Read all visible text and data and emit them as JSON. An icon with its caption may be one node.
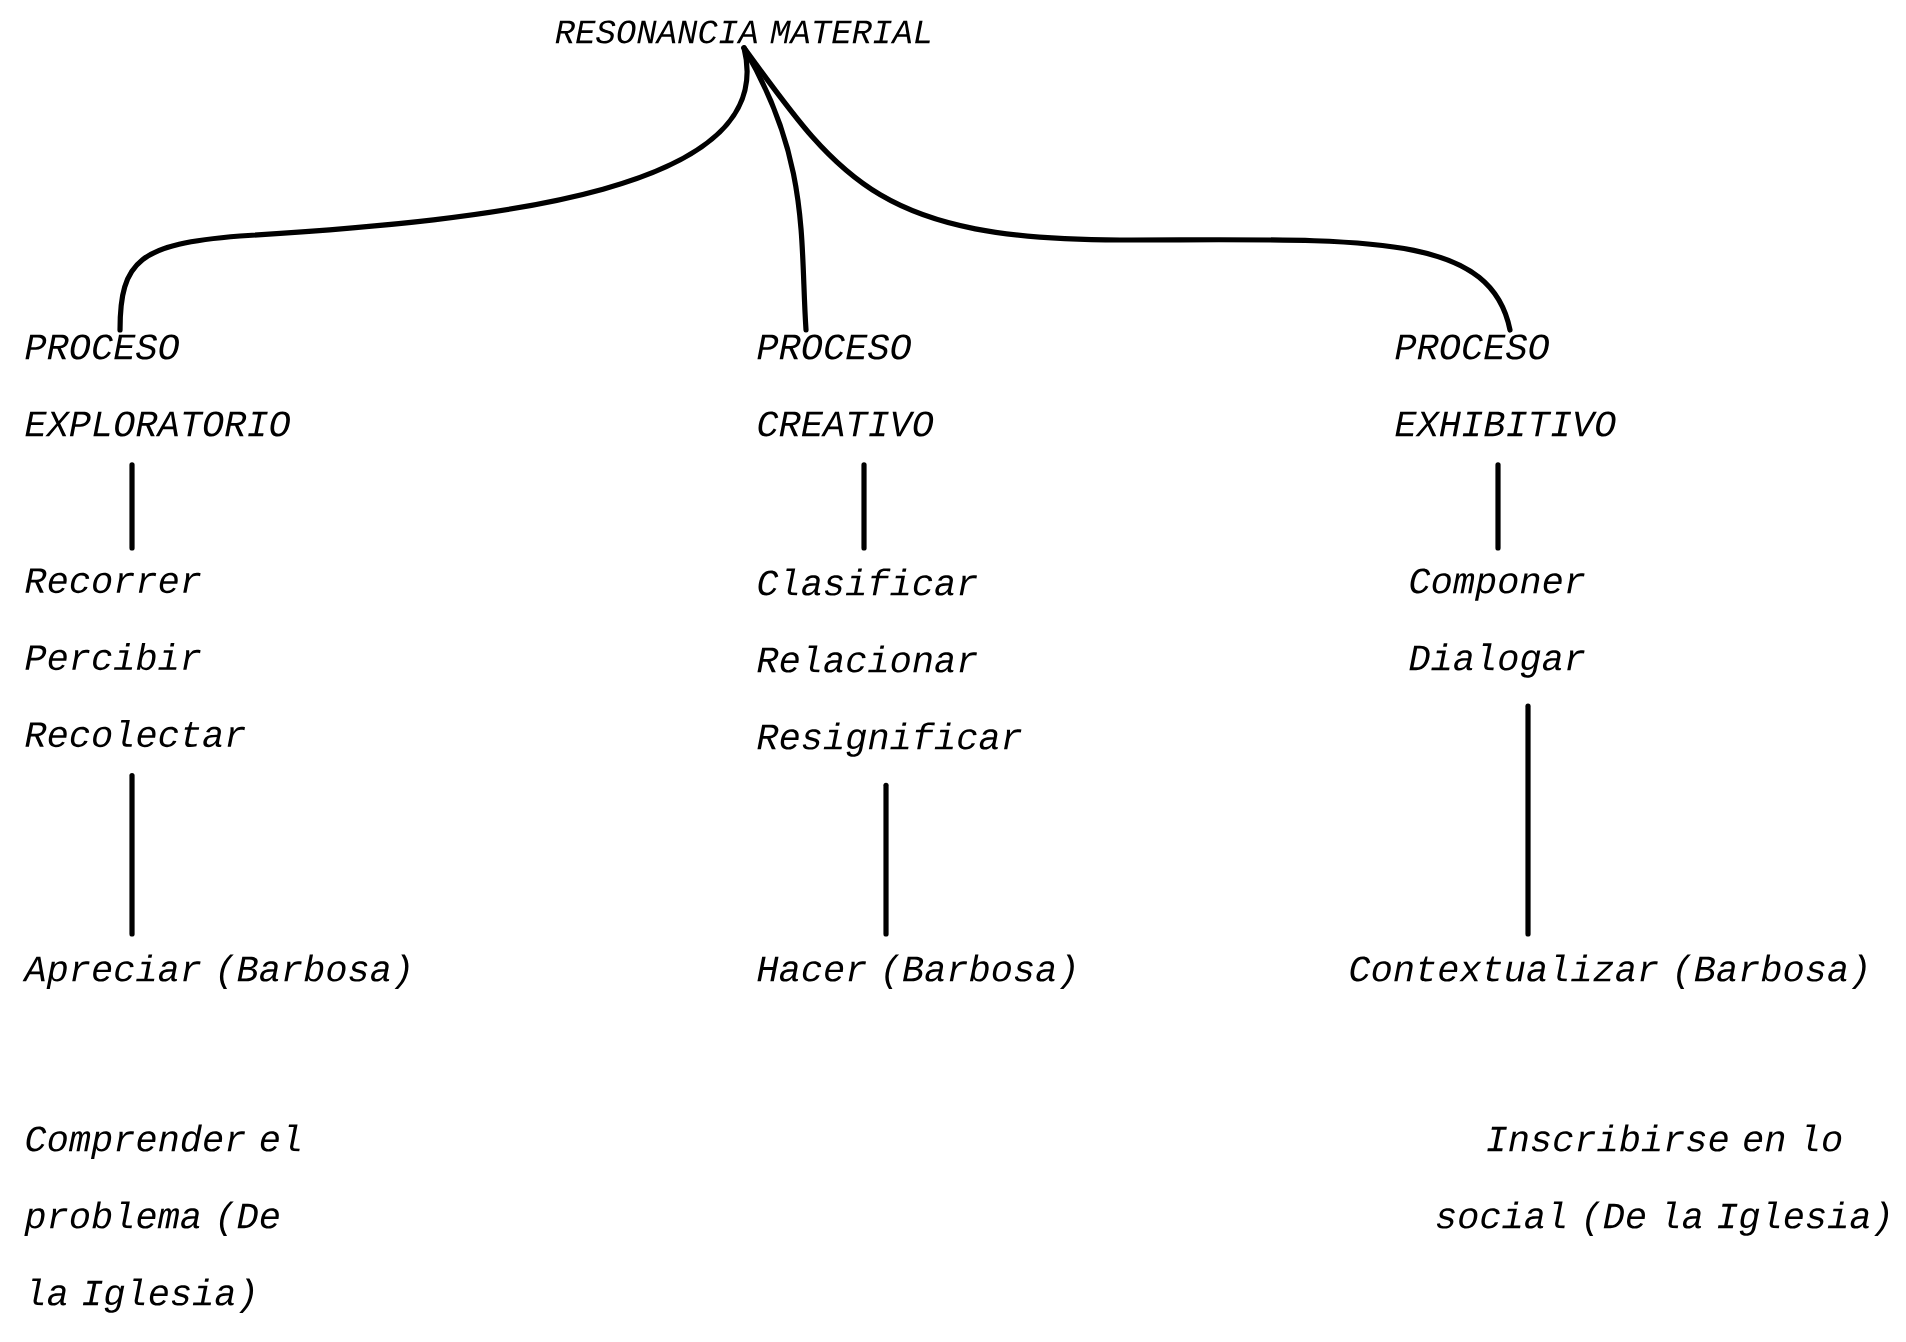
{
  "diagram": {
    "nodes": [
      {
        "text": [
          "RESONANCIA MATERIAL"
        ]
      },
      {
        "text": [
          "PROCESO EXPLORATORIO"
        ]
      },
      {
        "text": [
          "PROCESO CREATIVO"
        ]
      },
      {
        "text": [
          "PROCESO EXHIBITIVO"
        ]
      },
      {
        "text": [
          "Recorrer",
          "Percibir",
          "Recolectar"
        ]
      },
      {
        "text": [
          "Clasificar",
          "Relacionar",
          "Resignificar"
        ]
      },
      {
        "text": [
          "Componer",
          "Dialogar"
        ]
      },
      {
        "text": [
          "Apreciar (Barbosa)"
        ]
      },
      {
        "text": [
          "Hacer (Barbosa)"
        ]
      },
      {
        "text": [
          "Contextualizar (Barbosa)"
        ]
      }
    ],
    "edges": [
      {
        "from": 0,
        "to": 1,
        "arrow": "none"
      },
      {
        "from": 0,
        "to": 2,
        "arrow": "none"
      },
      {
        "from": 0,
        "to": 3,
        "arrow": "none"
      },
      {
        "from": 1,
        "to": 4,
        "arrow": "none"
      },
      {
        "from": 2,
        "to": 5,
        "arrow": "none"
      },
      {
        "from": 3,
        "to": 6,
        "arrow": "none"
      },
      {
        "from": 4,
        "to": 7,
        "arrow": "none"
      },
      {
        "from": 5,
        "to": 8,
        "arrow": "none"
      },
      {
        "from": 6,
        "to": 9,
        "arrow": "none"
      }
    ],
    "labels": [
      "Comprender el problema (De la Iglesia)",
      "Inscribirse en lo social (De la Iglesia)"
    ]
  }
}
